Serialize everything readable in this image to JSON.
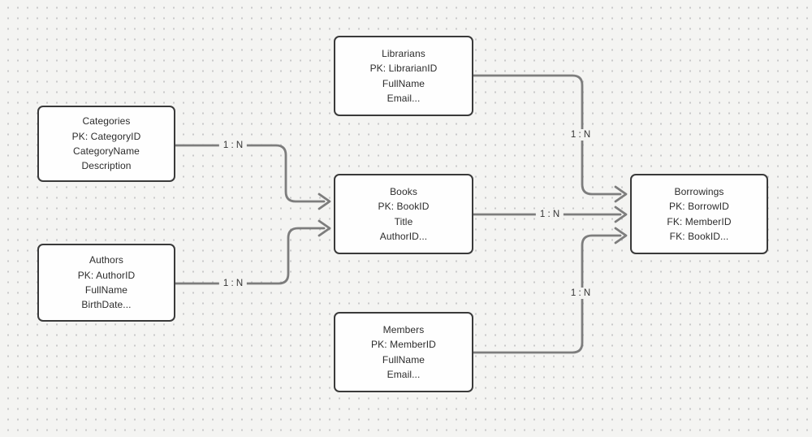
{
  "diagram": {
    "entities": [
      {
        "title": "Categories",
        "rows": [
          "PK: CategoryID",
          "CategoryName",
          "Description"
        ]
      },
      {
        "title": "Authors",
        "rows": [
          "PK: AuthorID",
          "FullName",
          "BirthDate..."
        ]
      },
      {
        "title": "Librarians",
        "rows": [
          "PK: LibrarianID",
          "FullName",
          "Email..."
        ]
      },
      {
        "title": "Books",
        "rows": [
          "PK: BookID",
          "Title",
          "AuthorID..."
        ]
      },
      {
        "title": "Members",
        "rows": [
          "PK: MemberID",
          "FullName",
          "Email..."
        ]
      },
      {
        "title": "Borrowings",
        "rows": [
          "PK: BorrowID",
          "FK: MemberID",
          "FK: BookID..."
        ]
      }
    ],
    "relationships": [
      {
        "from": "Categories",
        "to": "Books",
        "label": "1 : N"
      },
      {
        "from": "Authors",
        "to": "Books",
        "label": "1 : N"
      },
      {
        "from": "Librarians",
        "to": "Borrowings",
        "label": "1 : N"
      },
      {
        "from": "Books",
        "to": "Borrowings",
        "label": "1 : N"
      },
      {
        "from": "Members",
        "to": "Borrowings",
        "label": "1 : N"
      }
    ],
    "colors": {
      "background": "#f4f4f2",
      "grid_dot": "#c9c9c9",
      "node_border": "#3a3a3a",
      "node_fill": "#fefefe",
      "connector": "#7d7d7d",
      "text": "#2c2c2c"
    }
  }
}
